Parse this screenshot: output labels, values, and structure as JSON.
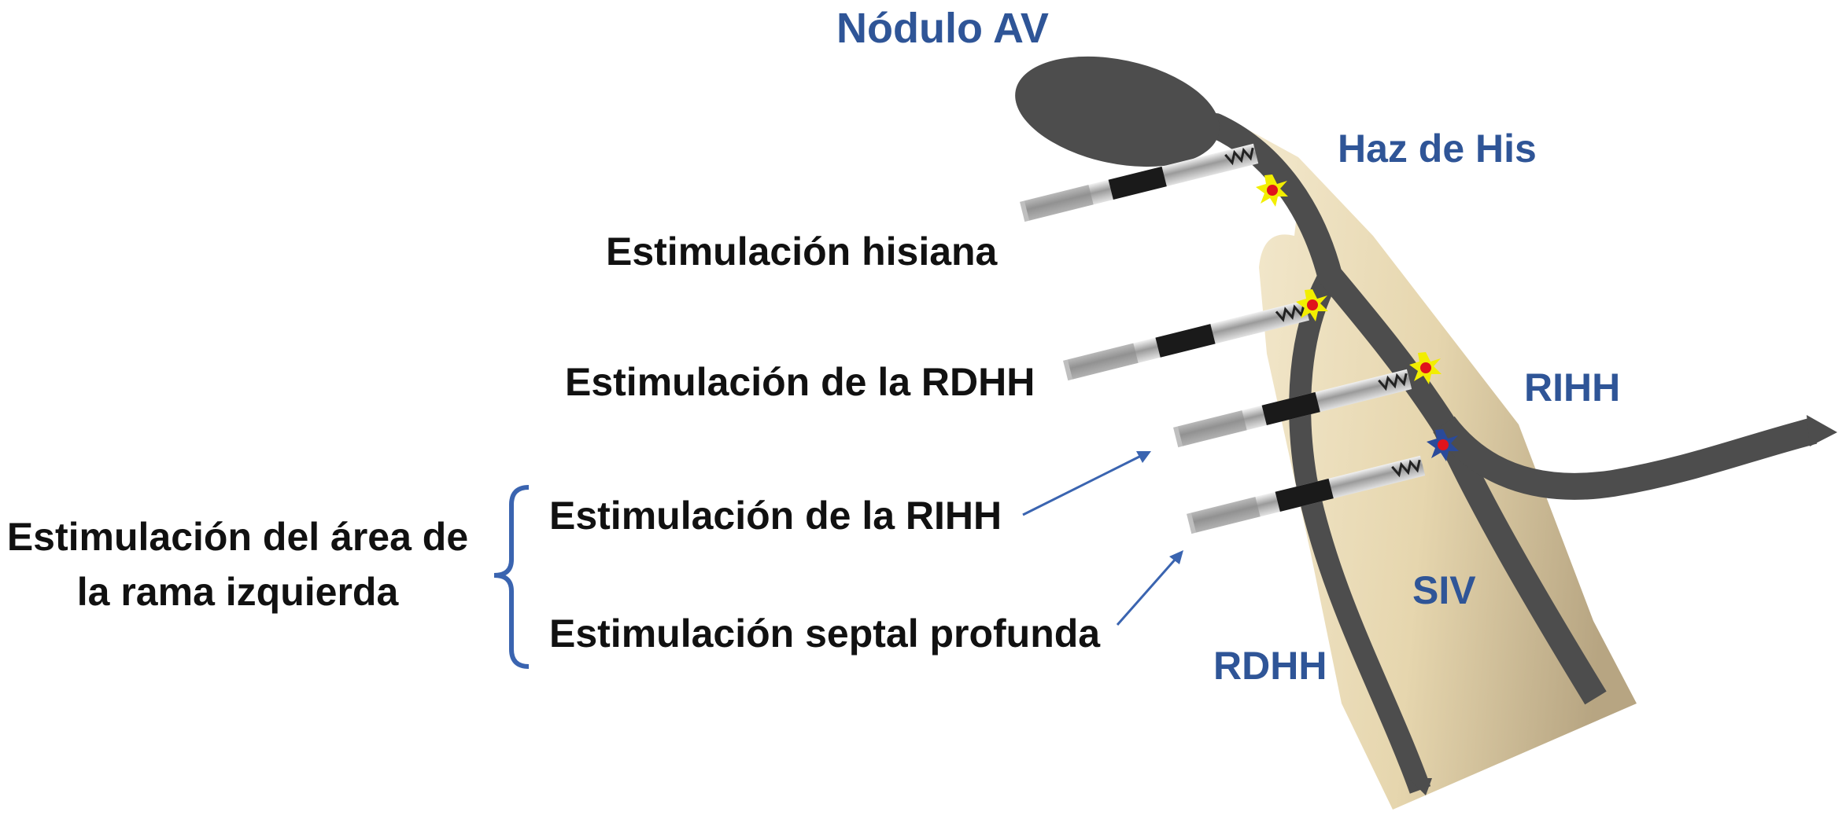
{
  "labels": {
    "av_node": "Nódulo AV",
    "his_bundle": "Haz de His",
    "left_bundle": "RIHH",
    "septum": "SIV",
    "right_bundle": "RDHH"
  },
  "pacing": {
    "his": "Estimulación hisiana",
    "rbb": "Estimulación de la RDHH",
    "lbb": "Estimulación de la RIHH",
    "deep_septal": "Estimulación septal profunda"
  },
  "group": {
    "line1": "Estimulación del área de",
    "line2": "la rama izquierda"
  },
  "colors": {
    "blue_label": "#2f5597",
    "conduction": "#4d4d4d",
    "septum_light": "#efe2bf",
    "septum_dark": "#b7a582",
    "capture_outer": "#f2ee00",
    "capture_inner": "#e0141b",
    "noncapture_outer": "#2a4a9a"
  }
}
